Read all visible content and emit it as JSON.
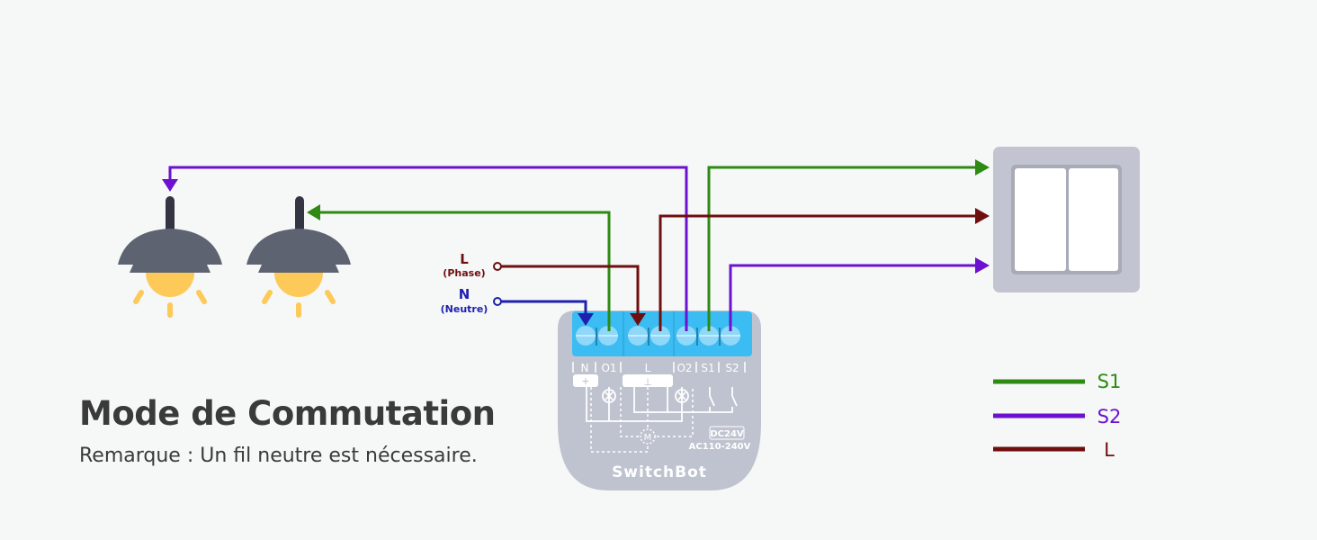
{
  "title": "Mode de Commutation",
  "note": "Remarque : Un fil neutre est nécessaire.",
  "inputs": {
    "phase": {
      "letter": "L",
      "label": "(Phase)",
      "color": "#6e0f0f"
    },
    "neutral": {
      "letter": "N",
      "label": "(Neutre)",
      "color": "#1f1fb0"
    }
  },
  "module": {
    "brand": "SwitchBot",
    "terminals": [
      "N",
      "O1",
      "L",
      "O2",
      "S1",
      "S2"
    ],
    "plus_symbol": "+",
    "ground_symbol": "⊥",
    "motor_symbol": "M",
    "dc_label": "DC24V",
    "ac_label": "AC110-240V",
    "body_color": "#bfc3cf",
    "terminal_block_color": "#3bbcf2"
  },
  "devices": {
    "lamps": [
      {
        "name": "lamp-1",
        "wire": "S2"
      },
      {
        "name": "lamp-2",
        "wire": "S1"
      }
    ],
    "switch": {
      "type": "double-rocker wall switch"
    }
  },
  "legend": [
    {
      "label": "S1",
      "color": "#2e8a12"
    },
    {
      "label": "S2",
      "color": "#6a12d0"
    },
    {
      "label": "L",
      "color": "#6e0f0f"
    }
  ],
  "wire_colors": {
    "S1": "#2e8a12",
    "S2": "#6a12d0",
    "L": "#6e0f0f",
    "N": "#1f1fb0"
  }
}
